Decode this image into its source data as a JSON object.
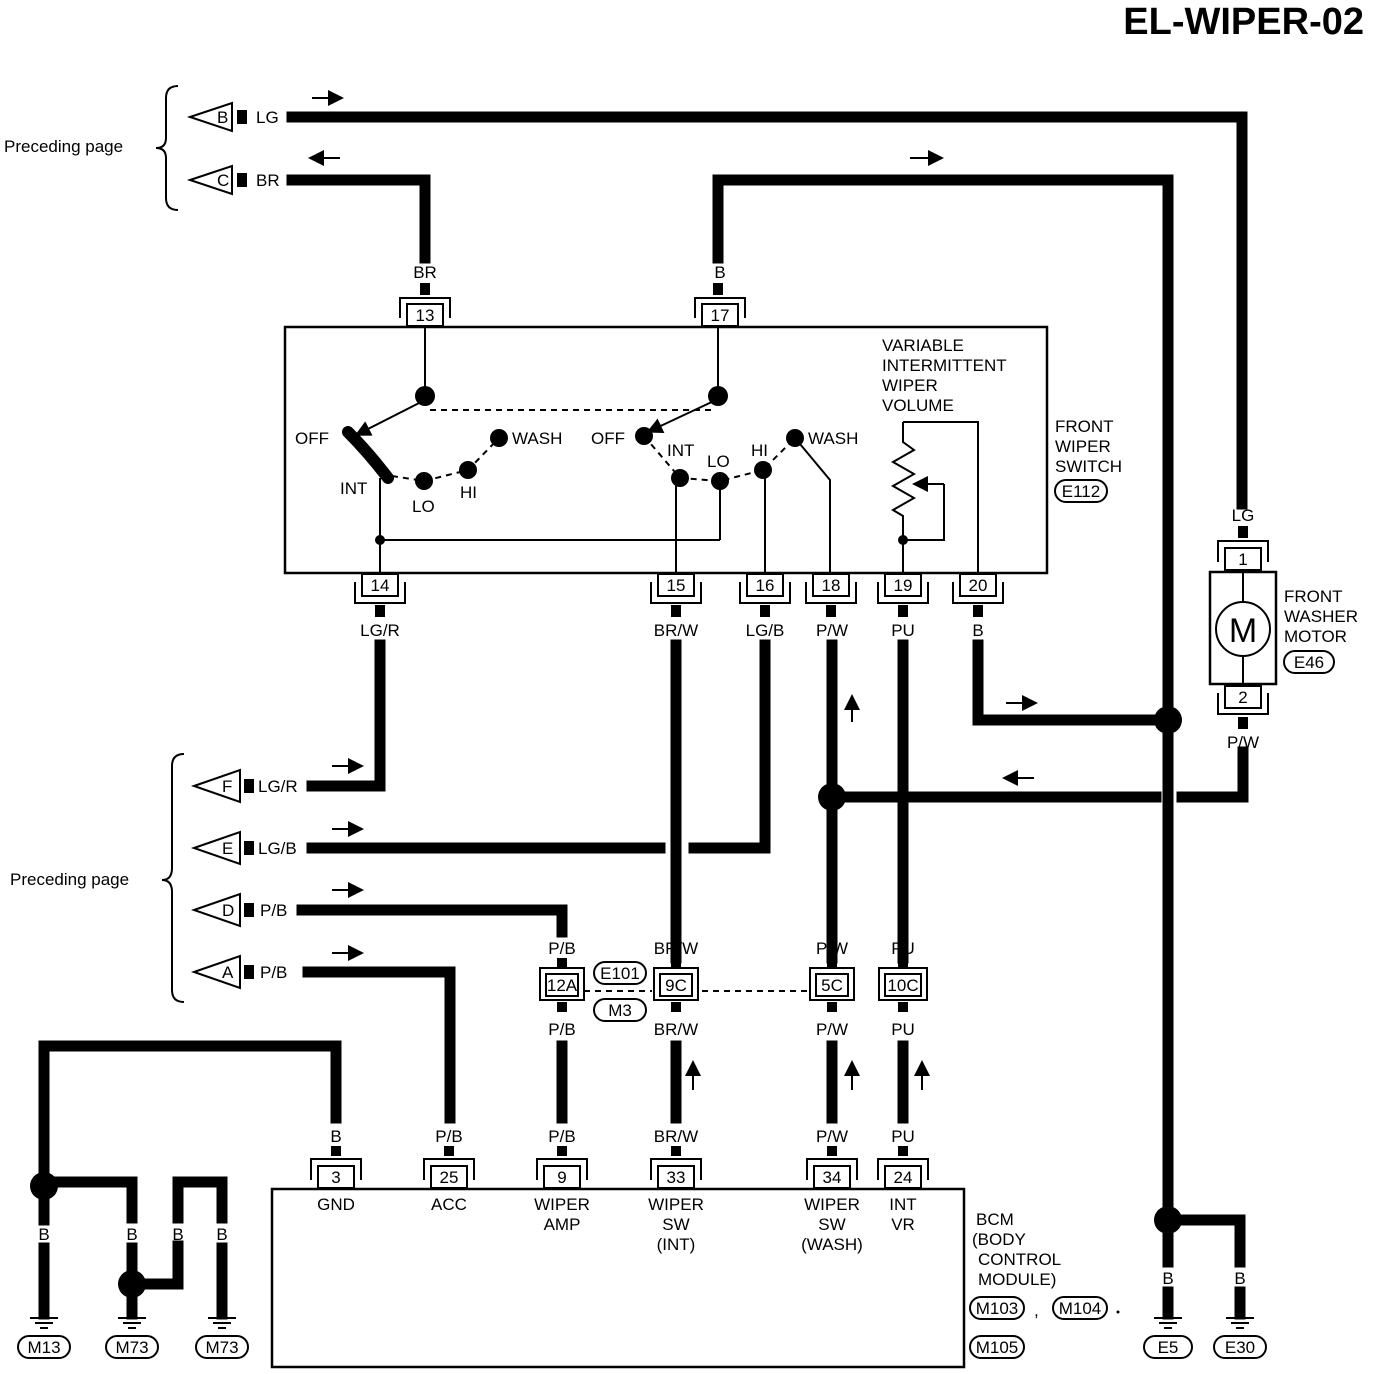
{
  "title": "EL-WIPER-02",
  "preceding_page": "Preceding page",
  "arrows_top": {
    "b": {
      "letter": "B",
      "color": "LG"
    },
    "c": {
      "letter": "C",
      "color": "BR"
    }
  },
  "arrows_left": {
    "f": {
      "letter": "F",
      "color": "LG/R"
    },
    "e": {
      "letter": "E",
      "color": "LG/B"
    },
    "d": {
      "letter": "D",
      "color": "P/B"
    },
    "a": {
      "letter": "A",
      "color": "P/B"
    }
  },
  "switch": {
    "name_line1": "FRONT",
    "name_line2": "WIPER",
    "name_line3": "SWITCH",
    "connector": "E112",
    "vr_line1": "VARIABLE",
    "vr_line2": "INTERMITTENT",
    "vr_line3": "WIPER",
    "vr_line4": "VOLUME",
    "pos_off": "OFF",
    "pos_int": "INT",
    "pos_lo": "LO",
    "pos_hi": "HI",
    "pos_wash": "WASH",
    "pin13": "13",
    "pin17": "17",
    "pin14": "14",
    "pin15": "15",
    "pin16": "16",
    "pin18": "18",
    "pin19": "19",
    "pin20": "20",
    "wire13": "BR",
    "wire17": "B",
    "wire14": "LG/R",
    "wire15": "BR/W",
    "wire16": "LG/B",
    "wire18": "P/W",
    "wire19": "PU",
    "wire20": "B"
  },
  "motor": {
    "line1": "FRONT",
    "line2": "WASHER",
    "line3": "MOTOR",
    "connector": "E46",
    "symbol": "M",
    "pin1": "1",
    "pin2": "2",
    "wire_top": "LG",
    "wire_bottom": "P/W"
  },
  "joint": {
    "conn_top": "E101",
    "conn_bottom": "M3",
    "pin_12a": "12A",
    "pin_9c": "9C",
    "pin_5c": "5C",
    "pin_10c": "10C",
    "w12a_top": "P/B",
    "w9c_top": "BR/W",
    "w5c_top": "P/W",
    "w10c_top": "PU",
    "w12a_bot": "P/B",
    "w9c_bot": "BR/W",
    "w5c_bot": "P/W",
    "w10c_bot": "PU"
  },
  "bcm": {
    "line1": "BCM",
    "line2": "(BODY",
    "line3": "CONTROL",
    "line4": "MODULE)",
    "conn1": "M103",
    "conn2": "M104",
    "conn3": "M105",
    "sep": ",",
    "pins": [
      {
        "num": "3",
        "wire": "B",
        "l1": "GND",
        "l2": "",
        "l3": ""
      },
      {
        "num": "25",
        "wire": "P/B",
        "l1": "ACC",
        "l2": "",
        "l3": ""
      },
      {
        "num": "9",
        "wire": "P/B",
        "l1": "WIPER",
        "l2": "AMP",
        "l3": ""
      },
      {
        "num": "33",
        "wire": "BR/W",
        "l1": "WIPER",
        "l2": "SW",
        "l3": "(INT)"
      },
      {
        "num": "34",
        "wire": "P/W",
        "l1": "WIPER",
        "l2": "SW",
        "l3": "(WASH)"
      },
      {
        "num": "24",
        "wire": "PU",
        "l1": "INT",
        "l2": "VR",
        "l3": ""
      }
    ]
  },
  "grounds": {
    "wire_b": "B",
    "m13": "M13",
    "m73a": "M73",
    "m73b": "M73",
    "e5": "E5",
    "e30": "E30"
  }
}
